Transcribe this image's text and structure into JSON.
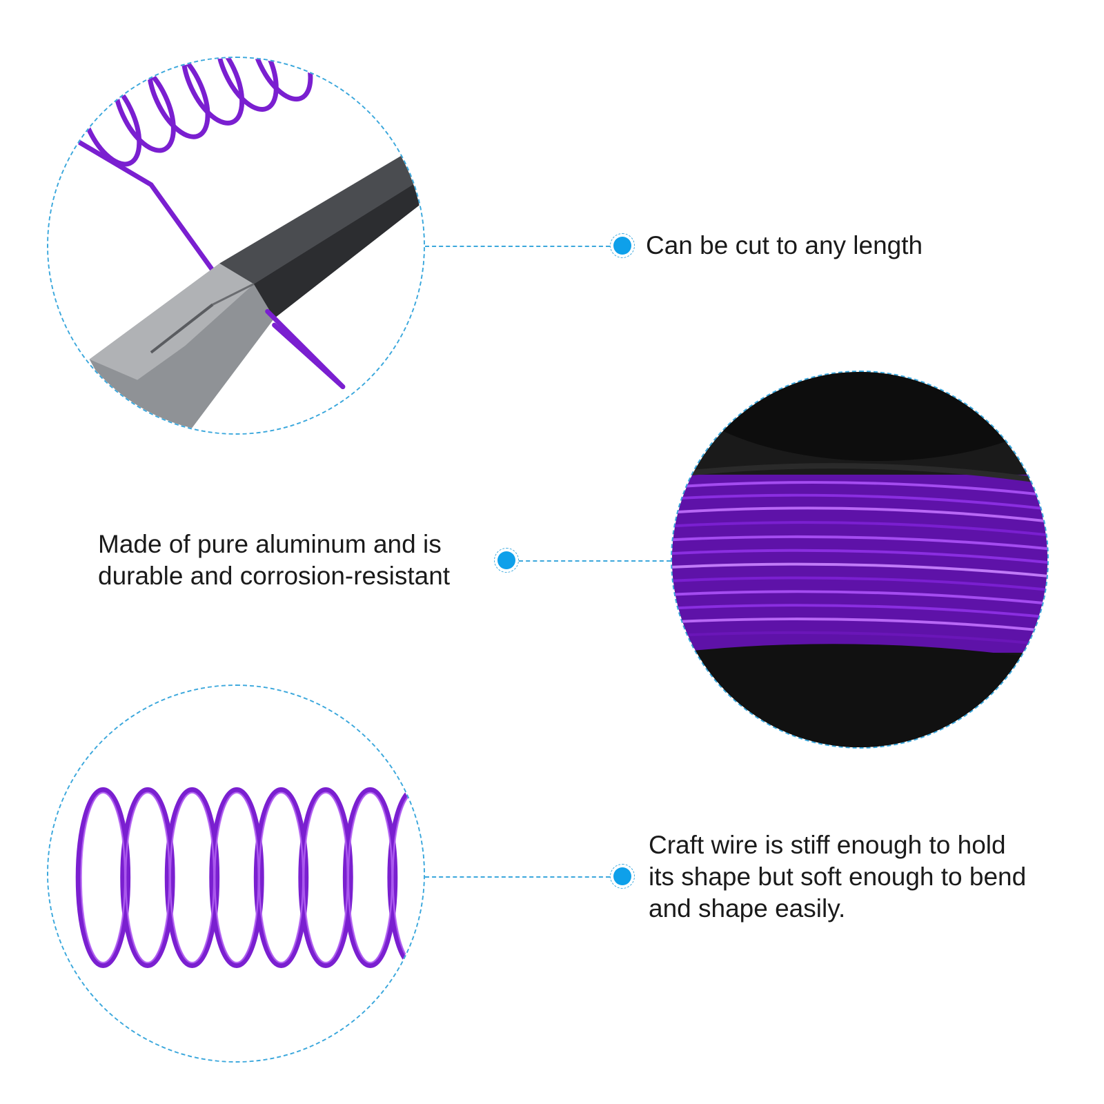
{
  "colors": {
    "accent": "#0ea0ea",
    "dash": "#3aa7dc",
    "wire": "#7a1fd0",
    "text": "#1a1a1a"
  },
  "features": [
    {
      "lines": [
        "Can be cut to any length"
      ],
      "icon": "pliers-cutting-wire-image"
    },
    {
      "lines": [
        "Made of pure aluminum and is",
        "durable and corrosion-resistant"
      ],
      "icon": "wire-spool-image"
    },
    {
      "lines": [
        "Craft wire is stiff enough to hold",
        "its shape but soft enough to bend",
        "and shape easily."
      ],
      "icon": "wire-coil-image"
    }
  ]
}
